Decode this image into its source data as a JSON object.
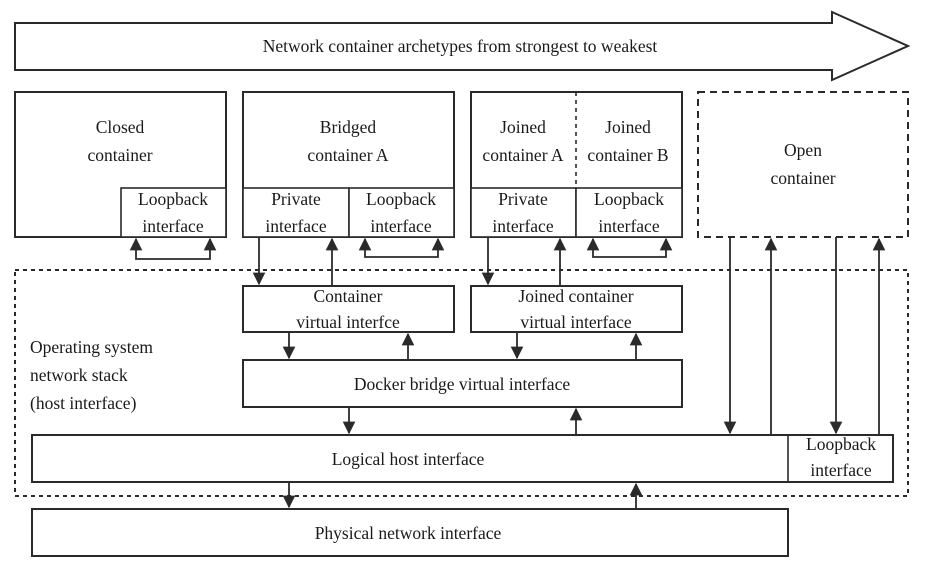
{
  "banner": {
    "label": "Network container archetypes from strongest to weakest"
  },
  "closed_container": {
    "title_line1": "Closed",
    "title_line2": "container",
    "loopback_line1": "Loopback",
    "loopback_line2": "interface"
  },
  "bridged_container": {
    "title_line1": "Bridged",
    "title_line2": "container A",
    "private_line1": "Private",
    "private_line2": "interface",
    "loopback_line1": "Loopback",
    "loopback_line2": "interface"
  },
  "joined_container_a": {
    "title_line1": "Joined",
    "title_line2": "container A",
    "private_line1": "Private",
    "private_line2": "interface"
  },
  "joined_container_b": {
    "title_line1": "Joined",
    "title_line2": "container B",
    "loopback_line1": "Loopback",
    "loopback_line2": "interface"
  },
  "open_container": {
    "title_line1": "Open",
    "title_line2": "container"
  },
  "container_virtual_interface": {
    "line1": "Container",
    "line2": "virtual interfce"
  },
  "joined_container_virtual_interface": {
    "line1": "Joined container",
    "line2": "virtual interface"
  },
  "host_stack": {
    "line1": "Operating system",
    "line2": "network stack",
    "line3": "(host interface)"
  },
  "docker_bridge": {
    "label": "Docker bridge virtual interface"
  },
  "logical_host": {
    "label": "Logical host interface"
  },
  "host_loopback": {
    "line1": "Loopback",
    "line2": "interface"
  },
  "physical": {
    "label": "Physical network interface"
  }
}
